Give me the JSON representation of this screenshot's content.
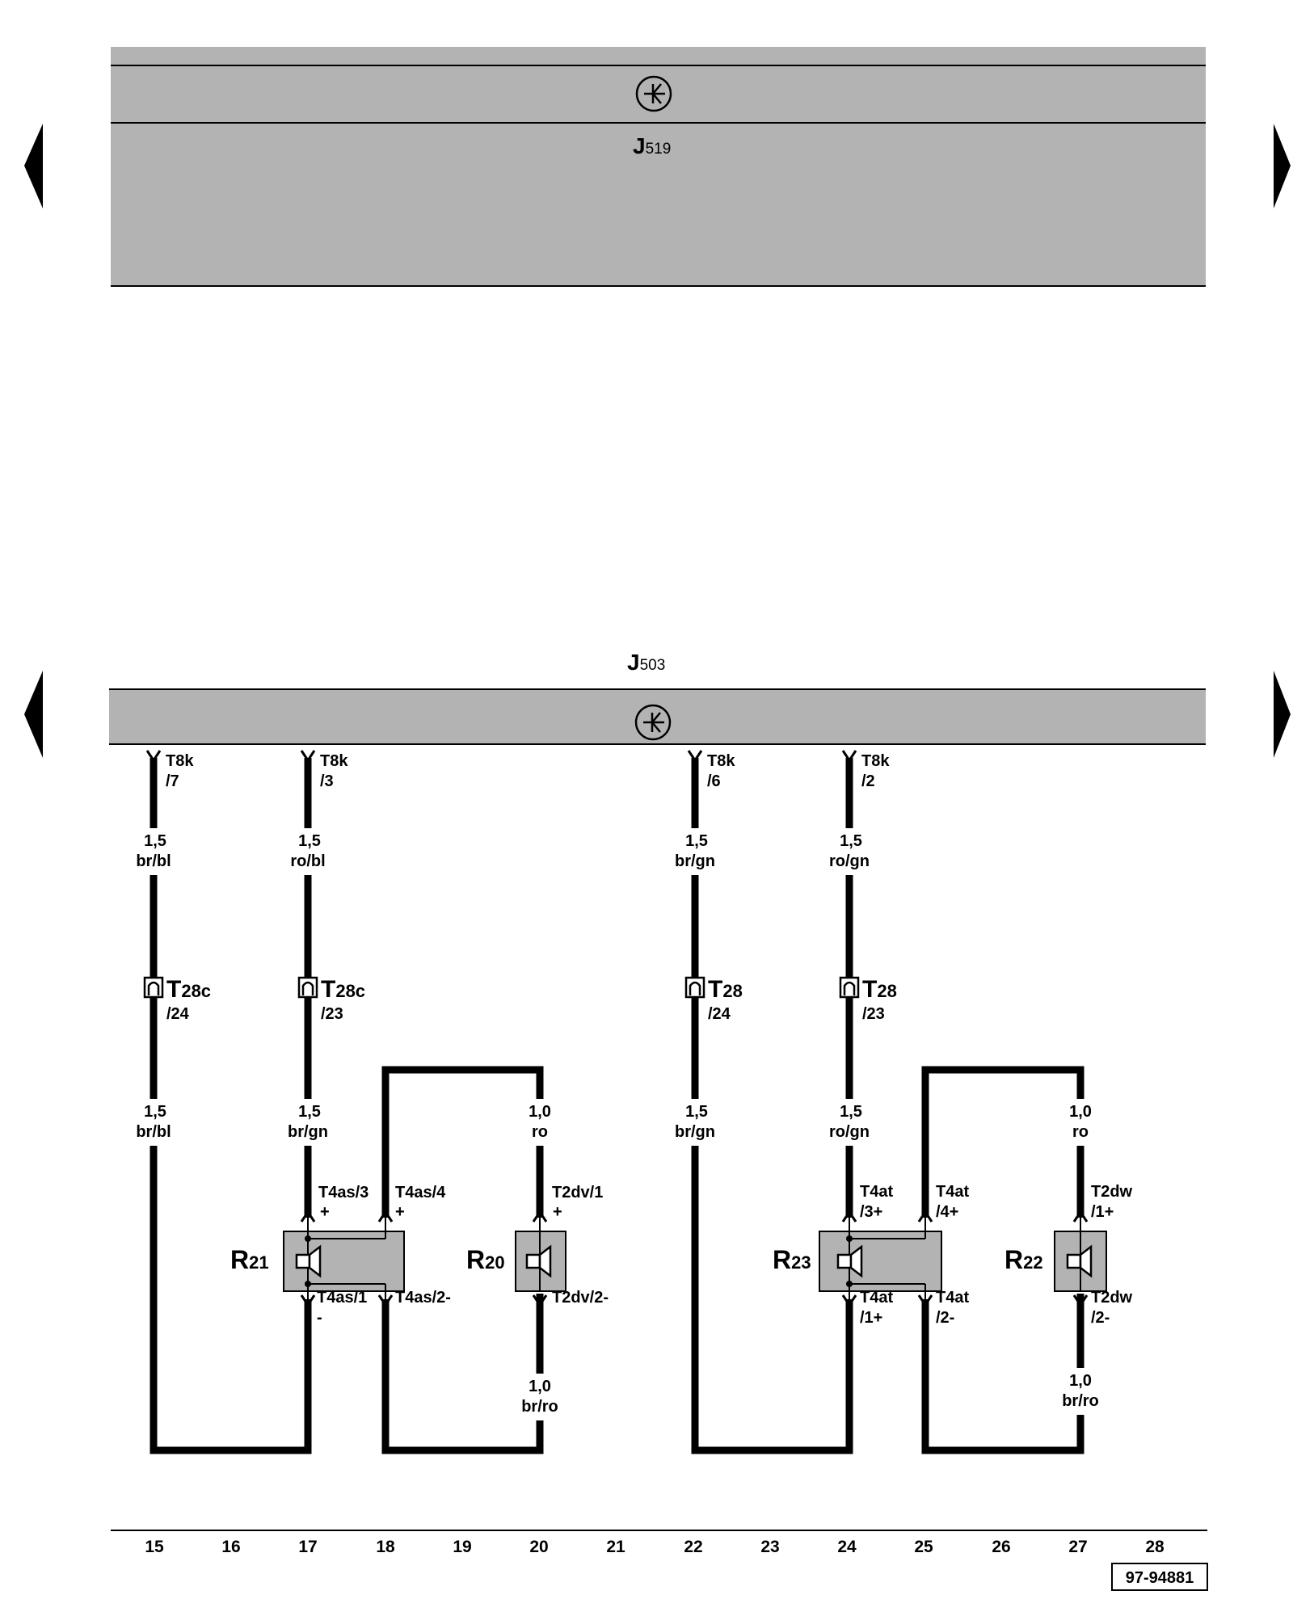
{
  "nav": {
    "arrow_left": "previous-page",
    "arrow_right": "next-page"
  },
  "top_component": {
    "id_letter": "J",
    "id_sub": "519",
    "icon": "transistor-symbol"
  },
  "bottom_component": {
    "id_letter": "J",
    "id_sub": "503",
    "icon": "transistor-symbol"
  },
  "pins_top": [
    {
      "line1": "T8k",
      "line2": "/7"
    },
    {
      "line1": "T8k",
      "line2": "/3"
    },
    {
      "line1": "T8k",
      "line2": "/6"
    },
    {
      "line1": "T8k",
      "line2": "/2"
    }
  ],
  "wires_upper": [
    {
      "line1": "1,5",
      "line2": "br/bl"
    },
    {
      "line1": "1,5",
      "line2": "ro/bl"
    },
    {
      "line1": "1,5",
      "line2": "br/gn"
    },
    {
      "line1": "1,5",
      "line2": "ro/gn"
    }
  ],
  "connectors": [
    {
      "letter": "T",
      "sub": "28c",
      "pin": "/24"
    },
    {
      "letter": "T",
      "sub": "28c",
      "pin": "/23"
    },
    {
      "letter": "T",
      "sub": "28",
      "pin": "/24"
    },
    {
      "letter": "T",
      "sub": "28",
      "pin": "/23"
    }
  ],
  "wires_lower": [
    {
      "line1": "1,5",
      "line2": "br/bl"
    },
    {
      "line1": "1,5",
      "line2": "br/gn"
    },
    {
      "line1": "1,5",
      "line2": "br/gn"
    },
    {
      "line1": "1,5",
      "line2": "ro/gn"
    }
  ],
  "wires_ro": [
    {
      "line1": "1,0",
      "line2": "ro"
    },
    {
      "line1": "1,0",
      "line2": "ro"
    }
  ],
  "wires_brro": [
    {
      "line1": "1,0",
      "line2": "br/ro"
    },
    {
      "line1": "1,0",
      "line2": "br/ro"
    }
  ],
  "speakers": [
    {
      "letter": "R",
      "sub": "21",
      "icon": "speaker-symbol"
    },
    {
      "letter": "R",
      "sub": "20",
      "icon": "speaker-symbol"
    },
    {
      "letter": "R",
      "sub": "23",
      "icon": "speaker-symbol"
    },
    {
      "letter": "R",
      "sub": "22",
      "icon": "speaker-symbol"
    }
  ],
  "speaker_pins": {
    "r21_t3": "T4as/3",
    "r21_t3b": "+",
    "r21_t4": "T4as/4",
    "r21_t4b": "+",
    "r21_b1": "T4as/1",
    "r21_b1b": "-",
    "r21_b2": "T4as/2-",
    "r20_t1": "T2dv/1",
    "r20_t1b": "+",
    "r20_b2": "T2dv/2-",
    "r23_t1": "T4at",
    "r23_t1b": "/3+",
    "r23_t2": "T4at",
    "r23_t2b": "/4+",
    "r23_b1": "T4at",
    "r23_b1b": "/1+",
    "r23_b2": "T4at",
    "r23_b2b": "/2-",
    "r22_t1": "T2dw",
    "r22_t1b": "/1+",
    "r22_b1": "T2dw",
    "r22_b1b": "/2-"
  },
  "grid_numbers": [
    "15",
    "16",
    "17",
    "18",
    "19",
    "20",
    "21",
    "22",
    "23",
    "24",
    "25",
    "26",
    "27",
    "28"
  ],
  "doc_id": "97-94881"
}
